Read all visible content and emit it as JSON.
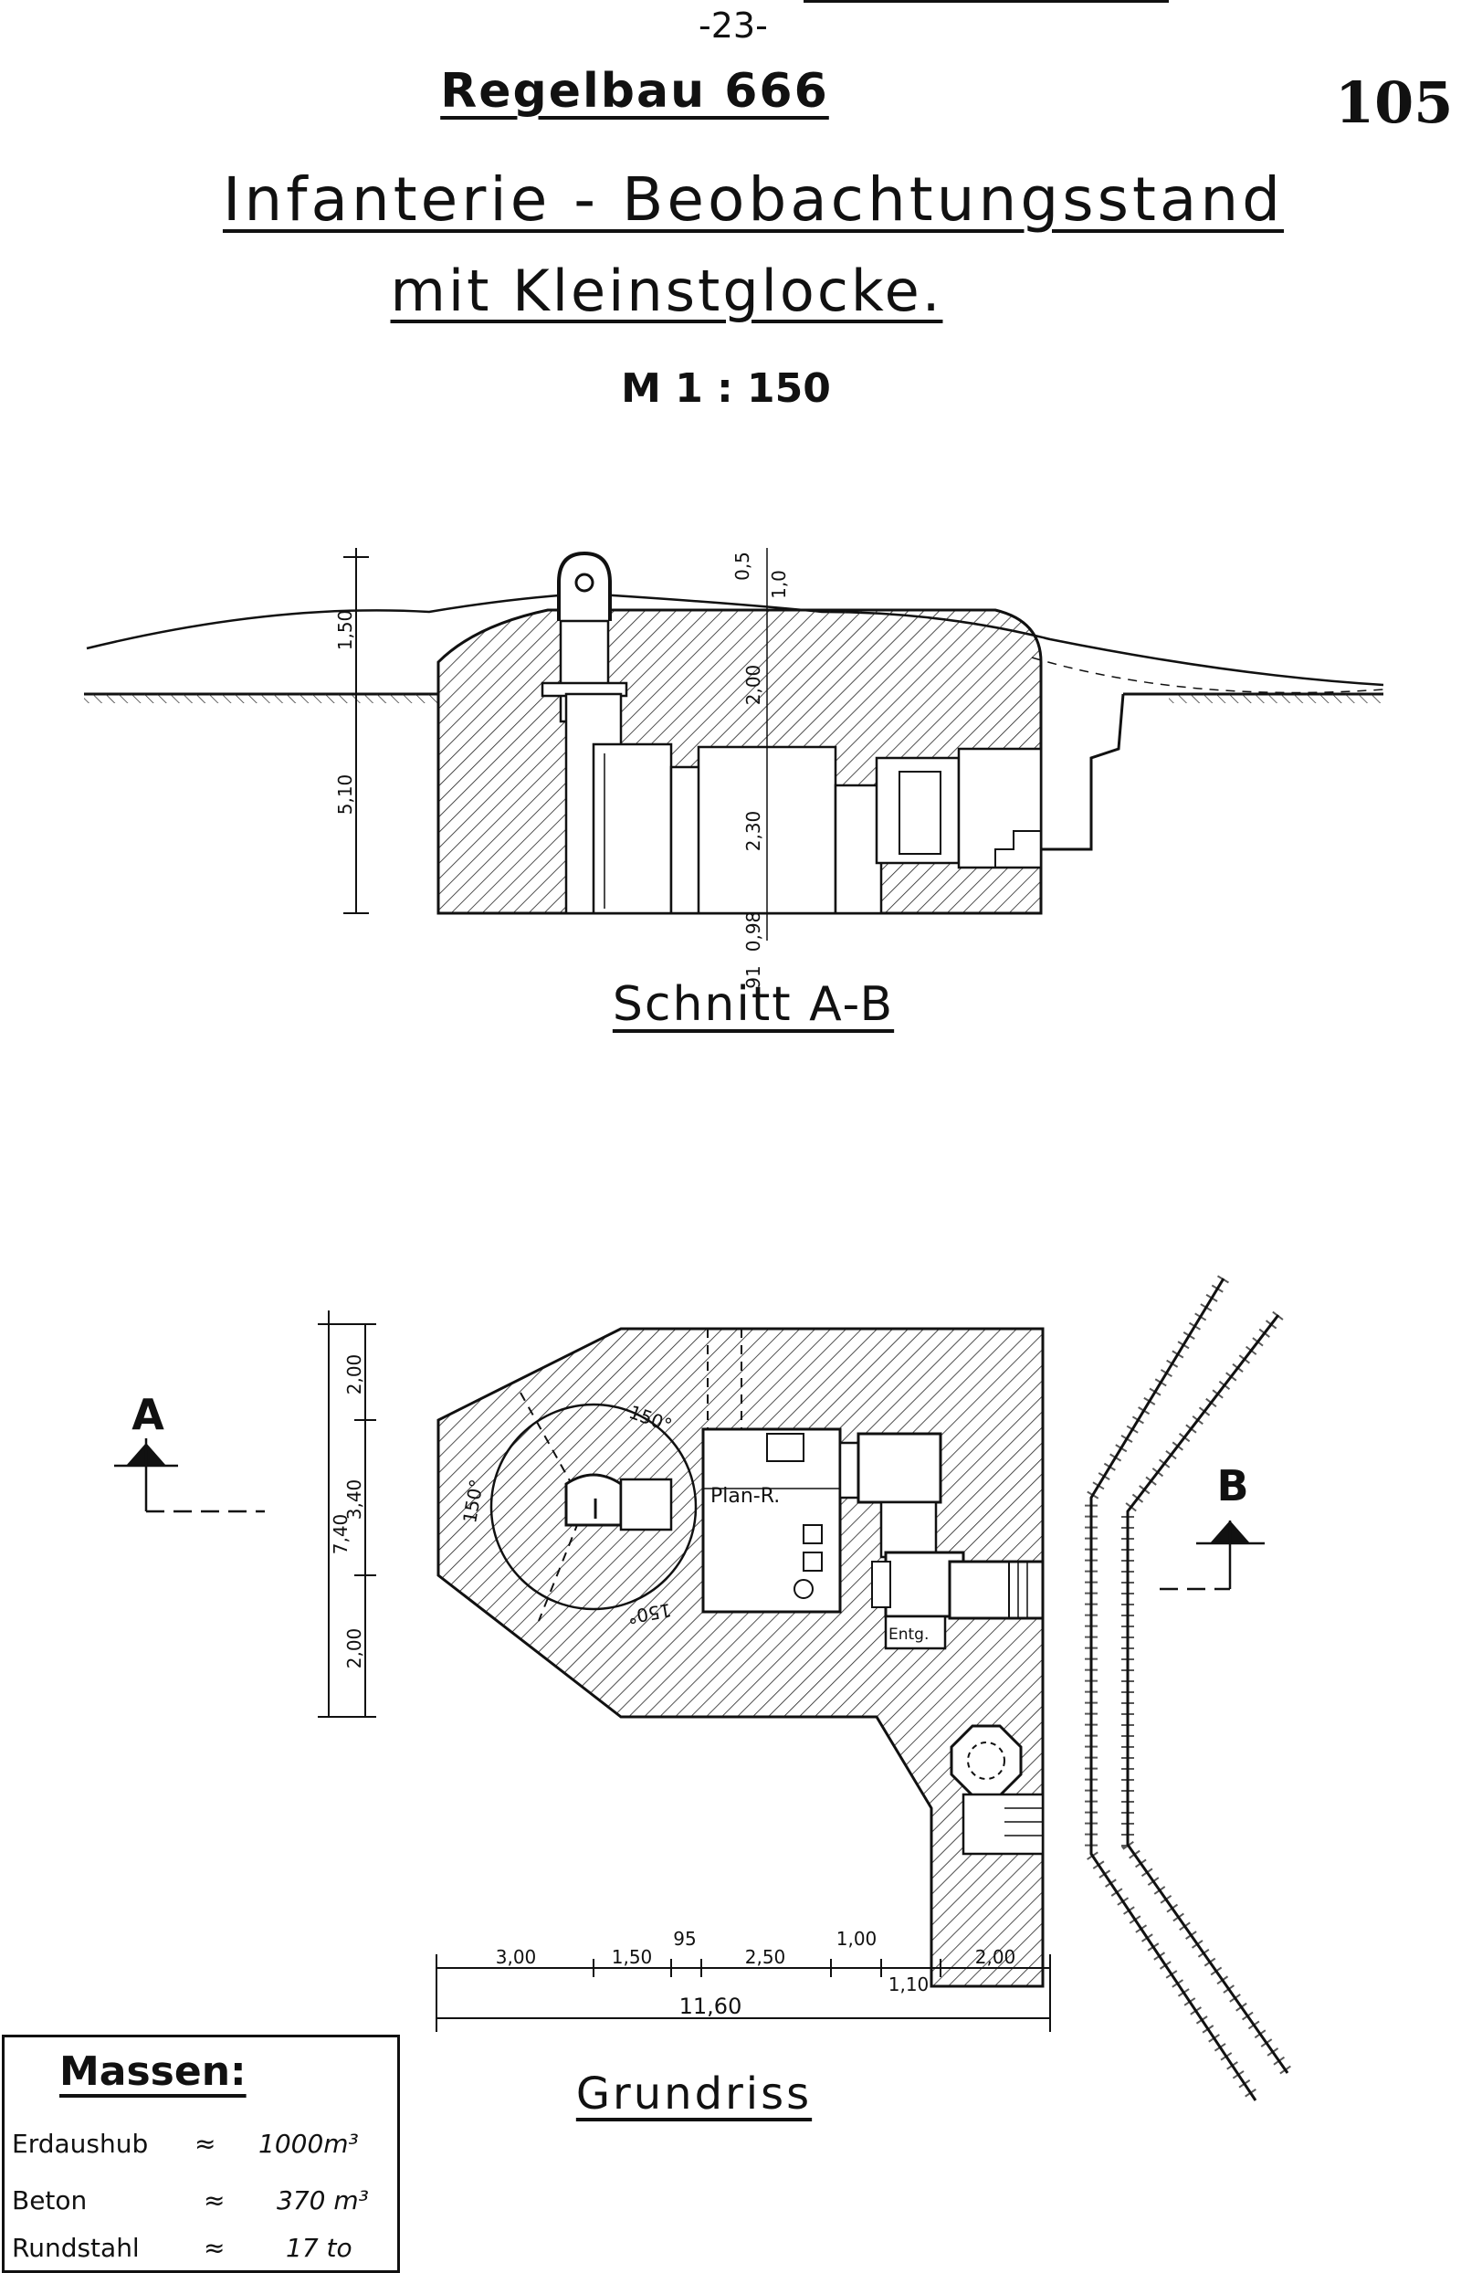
{
  "header": {
    "page_marker": "-23-",
    "regelbau": "Regelbau 666",
    "page_number": "105",
    "title_line1": "Infanterie - Beobachtungsstand",
    "title_line2": "mit Kleinstglocke.",
    "scale": "M 1 : 150"
  },
  "section": {
    "caption": "Schnitt A-B",
    "dimensions": {
      "top_cover": "1,50",
      "total_height": "5,10",
      "roof": "2,00",
      "room": "2,30",
      "glocke_1": "0,5",
      "glocke_2": "1,0",
      "floor_1": "0,98",
      "floor_2": "91"
    }
  },
  "plan": {
    "caption": "Grundriss",
    "marker_a": "A",
    "marker_b": "B",
    "room_plan": "Plan-R.",
    "room_entg": "Entg.",
    "glocke_label": "I",
    "angle_label": "150°",
    "left_dims": {
      "total": "7,40",
      "top": "2,00",
      "mid": "3,40",
      "bottom": "2,00"
    },
    "bottom_dims": {
      "d1": "3,00",
      "d2": "1,50",
      "d3": "95",
      "d4": "2,50",
      "d5": "1,00",
      "d6": "1,10",
      "d7": "2,00",
      "total": "11,60"
    }
  },
  "massen": {
    "title": "Massen:",
    "rows": [
      {
        "label": "Erdaushub",
        "sign": "≈",
        "value": "1000m³"
      },
      {
        "label": "Beton",
        "sign": "≈",
        "value": "370 m³"
      },
      {
        "label": "Rundstahl",
        "sign": "≈",
        "value": "17 to"
      }
    ]
  }
}
